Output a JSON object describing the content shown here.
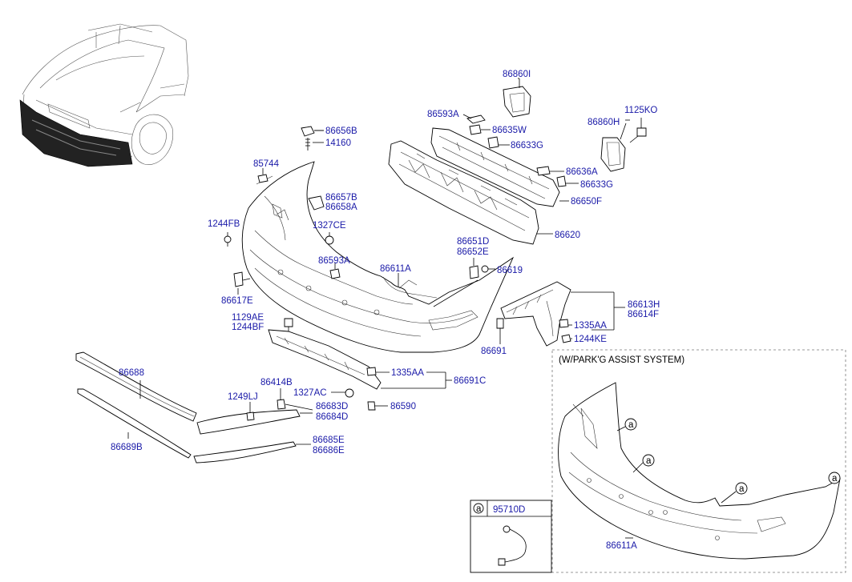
{
  "labels": {
    "p86860I": "86860I",
    "p86593A_top": "86593A",
    "p86635W": "86635W",
    "p86633G_1": "86633G",
    "p1125KO": "1125KO",
    "p86860H": "86860H",
    "p86656B": "86656B",
    "p14160": "14160",
    "p85744": "85744",
    "p86636A": "86636A",
    "p86633G_2": "86633G",
    "p86657B": "86657B",
    "p86658A": "86658A",
    "p86650F": "86650F",
    "p1244FB": "1244FB",
    "p1327CE": "1327CE",
    "p86620": "86620",
    "p86651D": "86651D",
    "p86652E": "86652E",
    "p86593A_mid": "86593A",
    "p86611A_main": "86611A",
    "p86619": "86619",
    "p86617E": "86617E",
    "p86613H": "86613H",
    "p86614F": "86614F",
    "p1129AE": "1129AE",
    "p1244BF": "1244BF",
    "p1335AA_right": "1335AA",
    "p1244KE": "1244KE",
    "p86691": "86691",
    "p1335AA_low": "1335AA",
    "p86691C": "86691C",
    "p86688": "86688",
    "p86414B": "86414B",
    "p1249LJ": "1249LJ",
    "p1327AC": "1327AC",
    "p86683D": "86683D",
    "p86684D": "86684D",
    "p86590": "86590",
    "p86689B": "86689B",
    "p86685E": "86685E",
    "p86686E": "86686E",
    "inset_title": "(W/PARK'G ASSIST SYSTEM)",
    "inset_a": "a",
    "p86611A_inset": "86611A",
    "legend_a": "a",
    "p95710D": "95710D"
  },
  "colors": {
    "label": "#1a1aa8",
    "line": "#000000",
    "dash": "#777777"
  }
}
